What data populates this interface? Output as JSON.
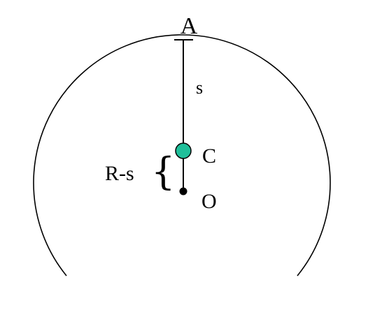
{
  "labels": {
    "top_point": "A",
    "segment": "s",
    "center_point": "C",
    "origin_point": "O",
    "distance": "R-s"
  },
  "colors": {
    "stroke": "#000000",
    "center_fill": "#1fbf9a",
    "background": "#ffffff"
  }
}
